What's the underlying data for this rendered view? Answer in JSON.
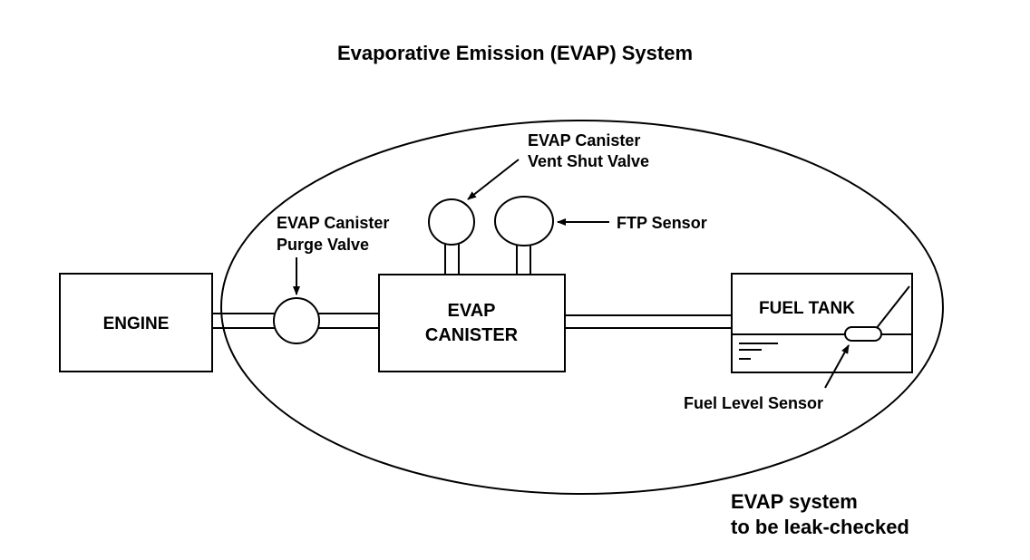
{
  "title": "Evaporative Emission (EVAP) System",
  "components": {
    "engine": "ENGINE",
    "purge_valve": [
      "EVAP Canister",
      "Purge Valve"
    ],
    "vent_shut_valve": [
      "EVAP Canister",
      "Vent Shut Valve"
    ],
    "ftp_sensor": "FTP Sensor",
    "canister": [
      "EVAP",
      "CANISTER"
    ],
    "fuel_tank": "FUEL TANK",
    "fuel_level_sensor": "Fuel Level Sensor"
  },
  "boundary_note": [
    "EVAP system",
    "to be leak-checked"
  ]
}
